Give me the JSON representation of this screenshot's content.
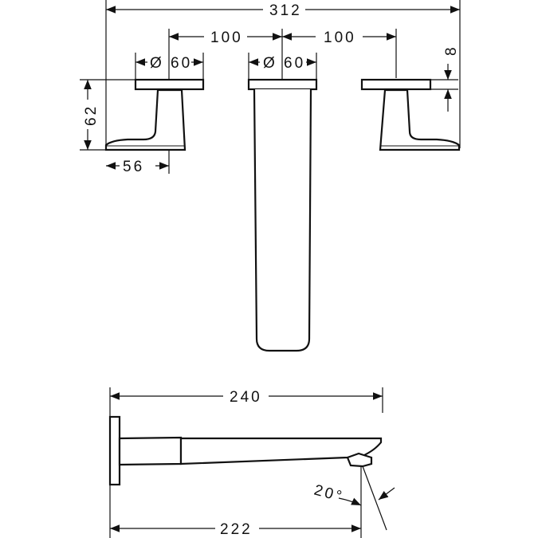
{
  "drawing": {
    "title": "Wall-mounted 3-hole basin mixer dimension drawing",
    "dimensions": {
      "overall_width": "312",
      "spacing_left": "100",
      "spacing_right": "100",
      "handle_left_diameter": "Ø 60",
      "spout_plate_diameter": "Ø 60",
      "handle_plate_thickness": "8",
      "handle_height": "62",
      "handle_depth": "56",
      "spout_total_length": "240",
      "spout_outlet_projection": "222",
      "outlet_angle": "20°"
    },
    "colors": {
      "line": "#111111",
      "background": "#ffffff"
    }
  }
}
